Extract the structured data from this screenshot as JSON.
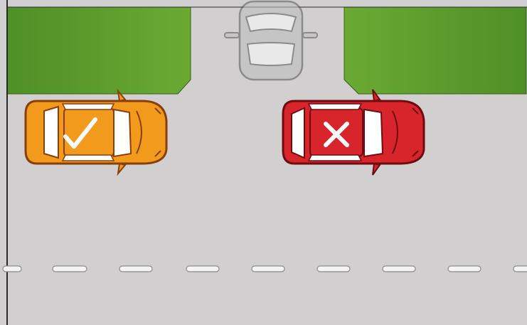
{
  "scene": {
    "colors": {
      "road": "#d1cfd0",
      "grass_left": "#5e9a2f",
      "grass_right": "#64a230",
      "frame": "#2a2a2a",
      "lane_marking": "#f4f4f4",
      "correct_car": "#f29a1c",
      "wrong_car": "#d8242b",
      "background_car": "#bdbdbd"
    },
    "cars": [
      {
        "name": "correct-parked-car",
        "status": "correct",
        "mark_icon": "checkmark-icon",
        "color": "#f29a1c"
      },
      {
        "name": "incorrect-parked-car",
        "status": "incorrect",
        "mark_icon": "cross-icon",
        "color": "#d8242b"
      },
      {
        "name": "car-on-side-road",
        "status": "neutral",
        "color": "#bdbdbd"
      }
    ]
  }
}
